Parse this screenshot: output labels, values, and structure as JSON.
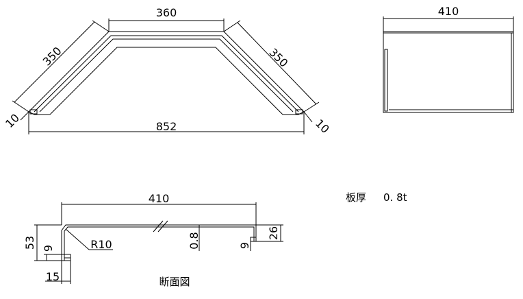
{
  "top_view": {
    "top_width": "360",
    "left_slant": "350",
    "right_slant": "350",
    "left_end": "10",
    "right_end": "10",
    "bottom_width": "852"
  },
  "side_view": {
    "width": "410"
  },
  "section": {
    "width": "410",
    "height": "53",
    "left_lip": "9",
    "radius": "R10",
    "thickness": "0.8",
    "right_lip": "9",
    "right_height": "26",
    "bottom_len": "15",
    "caption": "断面図"
  },
  "note": {
    "label": "板厚",
    "value": "0. 8t"
  }
}
